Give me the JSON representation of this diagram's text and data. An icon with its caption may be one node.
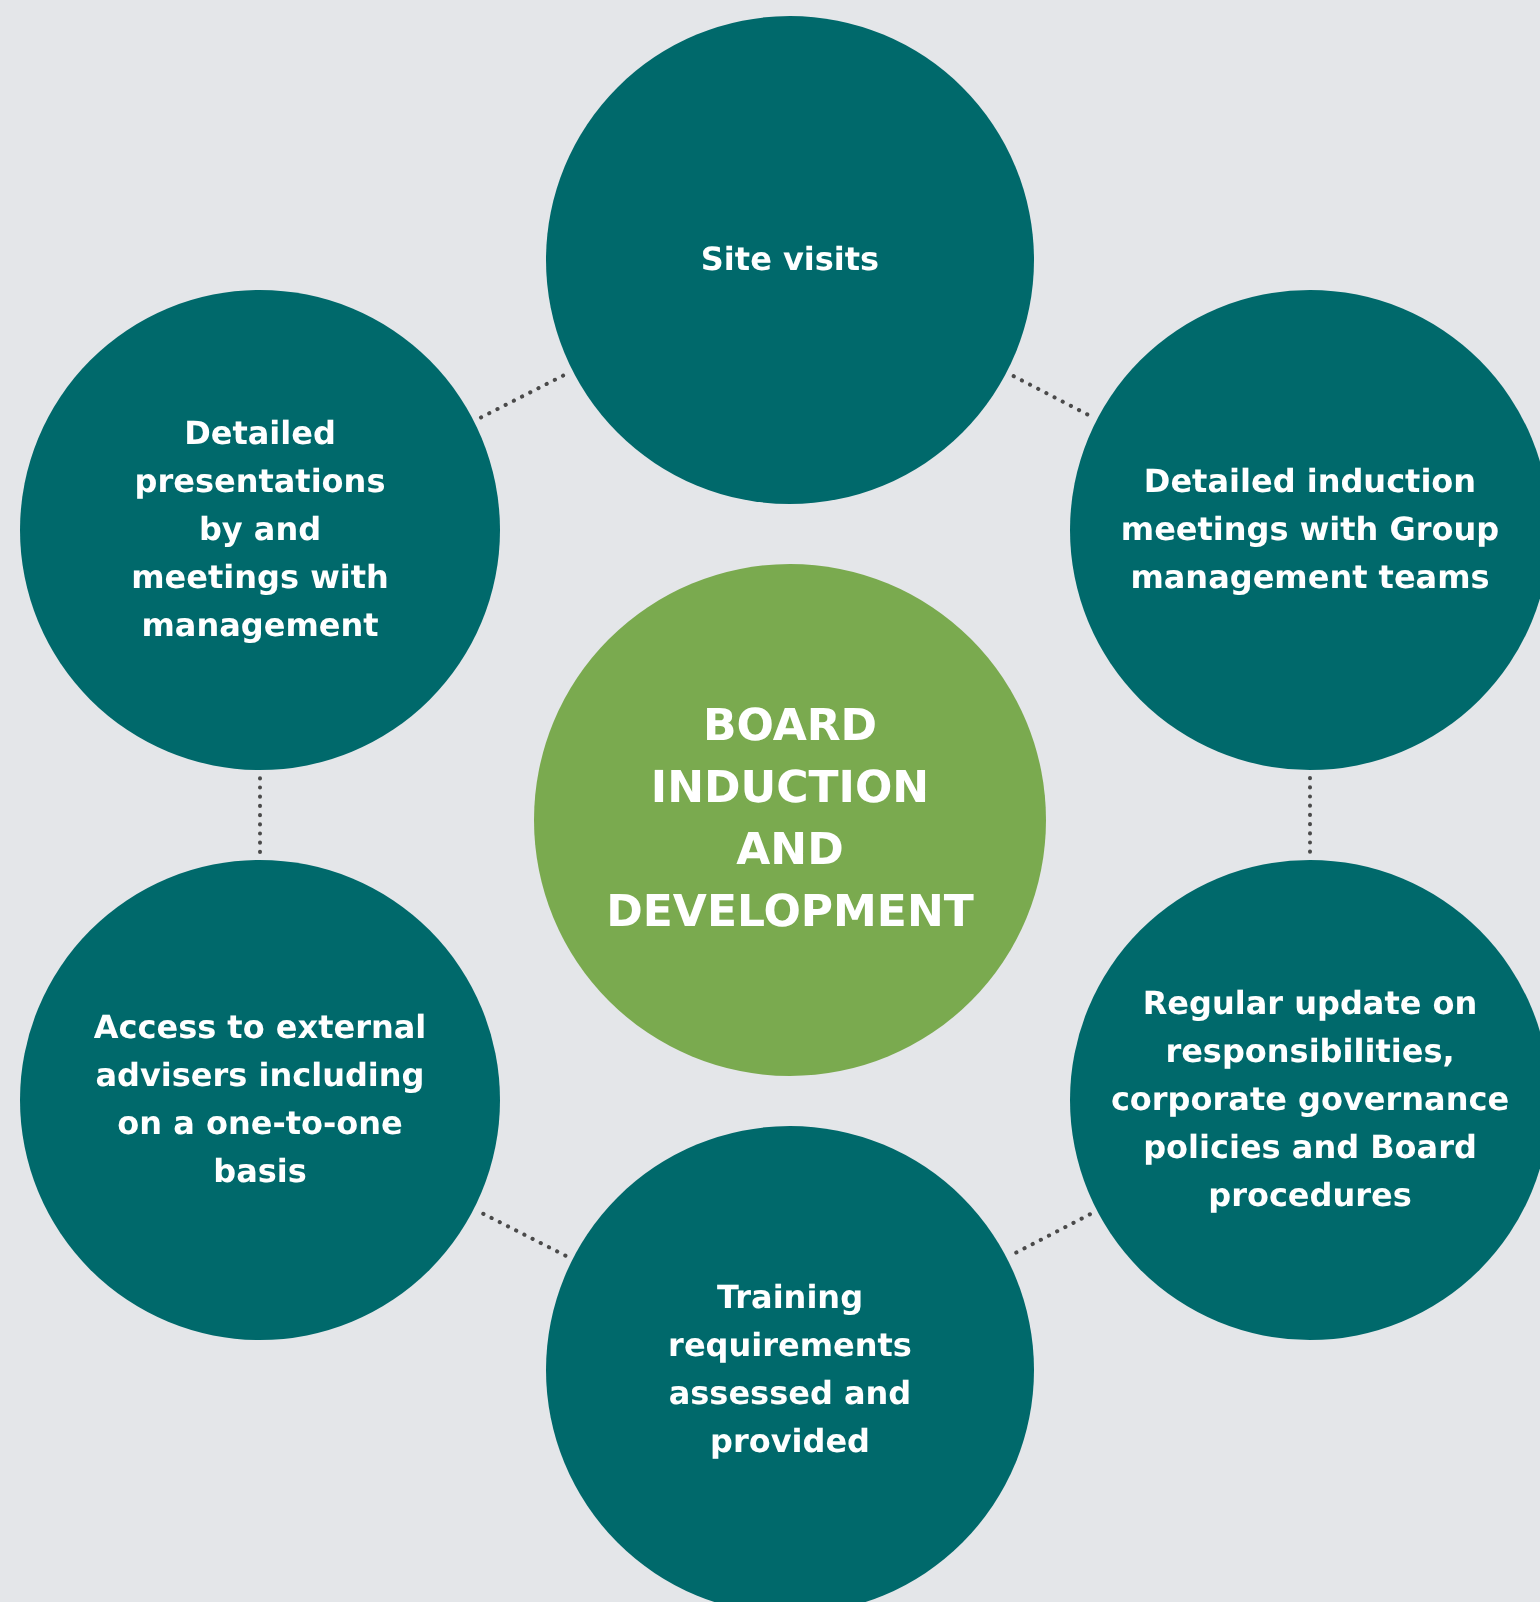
{
  "diagram": {
    "nodes": [
      {
        "text": [
          "Site visits"
        ]
      },
      {
        "text": [
          "Detailed presentations by and meetings with management"
        ]
      },
      {
        "text": [
          "Detailed induction meetings with Group management teams"
        ]
      },
      {
        "text": [
          "BOARD INDUCTION AND DEVELOPMENT"
        ]
      },
      {
        "text": [
          "Access to external advisers including on a one-to-one basis"
        ]
      },
      {
        "text": [
          "Regular update on responsibilities, corporate governance policies and Board procedures"
        ]
      },
      {
        "text": [
          "Training requirements assessed and provided"
        ]
      }
    ],
    "edges": [
      {
        "from": 1,
        "to": 0,
        "arrow": "none",
        "style": "dashed"
      },
      {
        "from": 0,
        "to": 2,
        "arrow": "none",
        "style": "dashed"
      },
      {
        "from": 2,
        "to": 5,
        "arrow": "none",
        "style": "dashed"
      },
      {
        "from": 5,
        "to": 6,
        "arrow": "none",
        "style": "dashed"
      },
      {
        "from": 6,
        "to": 4,
        "arrow": "none",
        "style": "dashed"
      },
      {
        "from": 4,
        "to": 1,
        "arrow": "none",
        "style": "dashed"
      }
    ]
  }
}
